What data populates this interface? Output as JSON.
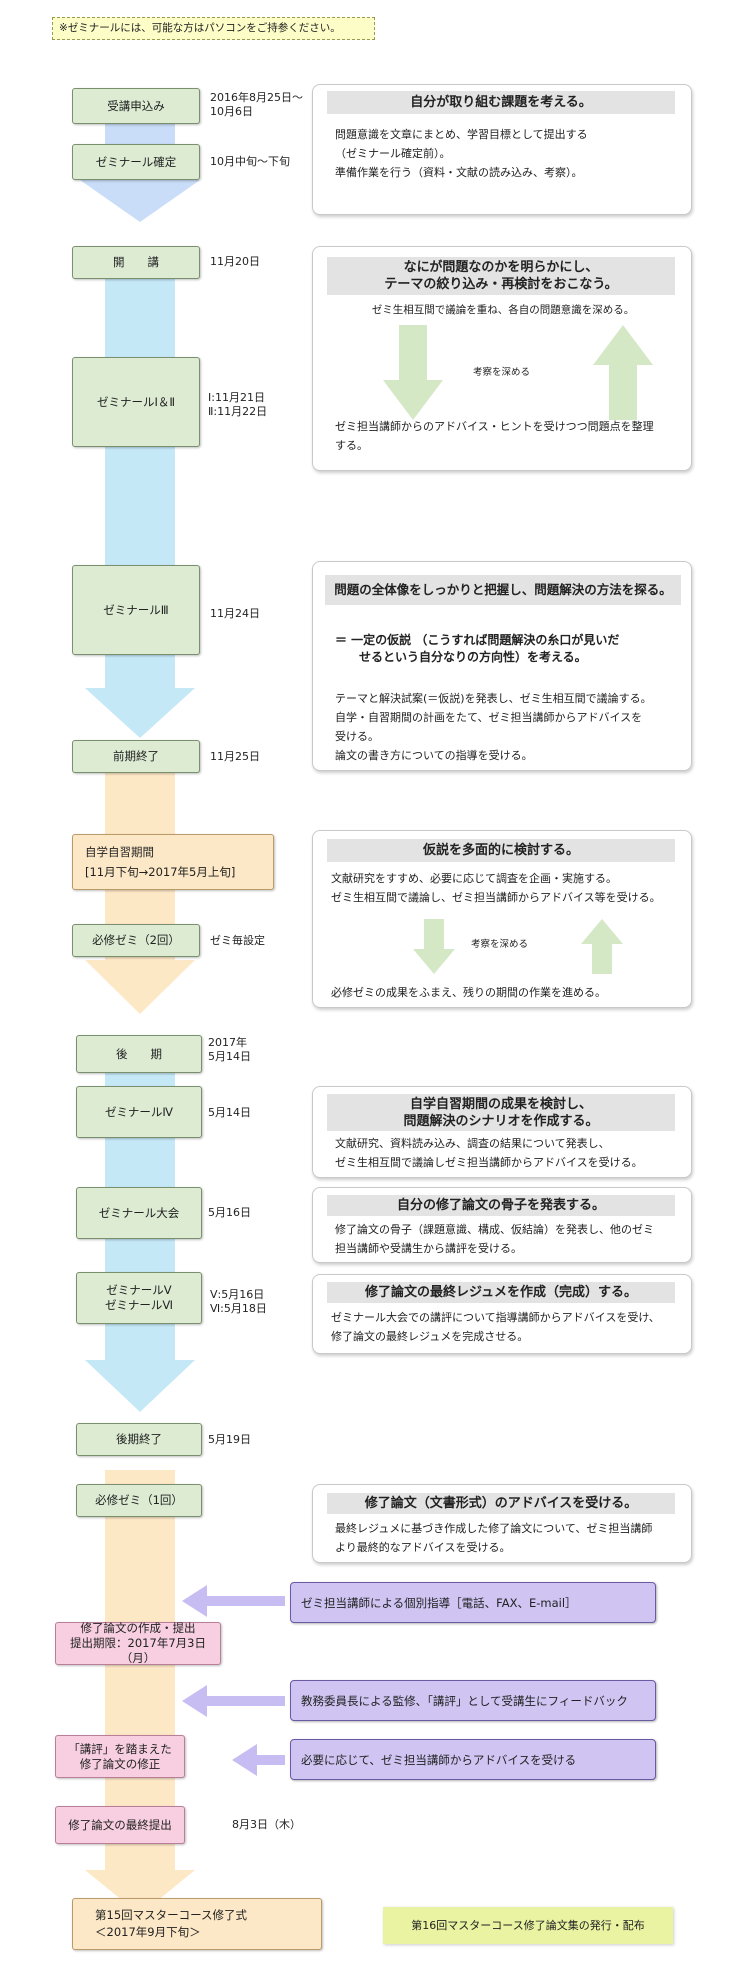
{
  "note": "※ゼミナールには、可能な方はパソコンをご持参ください。",
  "stages": {
    "s1": {
      "label": "受講申込み",
      "date": "2016年8月25日〜\n10月6日"
    },
    "s2": {
      "label": "ゼミナール確定",
      "date": "10月中旬〜下旬"
    },
    "s3": {
      "label": "開　　講",
      "date": "11月20日"
    },
    "s4": {
      "label": "ゼミナールⅠ＆Ⅱ",
      "date": "Ⅰ:11月21日\nⅡ:11月22日"
    },
    "s5": {
      "label": "ゼミナールⅢ",
      "date": "11月24日"
    },
    "s6": {
      "label": "前期終了",
      "date": "11月25日"
    },
    "s7": {
      "label": "自学自習期間\n[11月下旬→2017年5月上旬]"
    },
    "s8": {
      "label": "必修ゼミ（2回）",
      "date": "ゼミ毎設定"
    },
    "s9": {
      "label": "後　　期",
      "date": "2017年\n5月14日"
    },
    "s10": {
      "label": "ゼミナールⅣ",
      "date": "5月14日"
    },
    "s11": {
      "label": "ゼミナール大会",
      "date": "5月16日"
    },
    "s12": {
      "label": "ゼミナールⅤ\nゼミナールⅥ",
      "date": "Ⅴ:5月16日\nⅥ:5月18日"
    },
    "s13": {
      "label": "後期終了",
      "date": "5月19日"
    },
    "s14": {
      "label": "必修ゼミ（1回）"
    },
    "s15": {
      "label": "修了論文の作成・提出\n提出期限：2017年7月3日（月）"
    },
    "s16": {
      "label": "「講評」を踏まえた\n修了論文の修正"
    },
    "s17": {
      "label": "修了論文の最終提出",
      "date": "8月3日（木）"
    },
    "s18": {
      "label": "第15回マスターコース修了式\n＜2017年9月下旬＞"
    }
  },
  "panels": {
    "p1": {
      "title": "自分が取り組む課題を考える。",
      "body": "問題意識を文章にまとめ、学習目標として提出する\n（ゼミナール確定前）。\n準備作業を行う（資料・文献の読み込み、考察）。"
    },
    "p2": {
      "title": "なにが問題なのかを明らかにし、\nテーマの絞り込み・再検討をおこなう。",
      "top": "ゼミ生相互間で議論を重ね、各自の問題意識を深める。",
      "mid": "考察を深める",
      "body": "ゼミ担当講師からのアドバイス・ヒントを受けつつ問題点を整理\nする。"
    },
    "p3": {
      "title": "問題の全体像をしっかりと把握し、問題解決の方法を探る。",
      "hyp": "＝ 一定の仮説 （こうすれば問題解決の糸口が見いだ\n　　せるという自分なりの方向性）を考える。",
      "body": "テーマと解決試案(＝仮説)を発表し、ゼミ生相互間で議論する。\n自学・自習期間の計画をたて、ゼミ担当講師からアドバイスを\n受ける。\n論文の書き方についての指導を受ける。"
    },
    "p4": {
      "title": "仮説を多面的に検討する。",
      "body": "文献研究をすすめ、必要に応じて調査を企画・実施する。\nゼミ生相互間で議論し、ゼミ担当講師からアドバイス等を受ける。",
      "mid": "考察を深める",
      "bottom": "必修ゼミの成果をふまえ、残りの期間の作業を進める。"
    },
    "p5": {
      "title": "自学自習期間の成果を検討し、\n問題解決のシナリオを作成する。",
      "body": "文献研究、資料読み込み、調査の結果について発表し、\nゼミ生相互間で議論しゼミ担当講師からアドバイスを受ける。"
    },
    "p6": {
      "title": "自分の修了論文の骨子を発表する。",
      "body": "修了論文の骨子（課題意識、構成、仮結論）を発表し、他のゼミ\n担当講師や受講生から講評を受ける。"
    },
    "p7": {
      "title": "修了論文の最終レジュメを作成（完成）する。",
      "body": "ゼミナール大会での講評について指導講師からアドバイスを受け、\n修了論文の最終レジュメを完成させる。"
    },
    "p8": {
      "title": "修了論文（文書形式）のアドバイスを受ける。",
      "body": "最終レジュメに基づき作成した修了論文について、ゼミ担当講師\nより最終的なアドバイスを受ける。"
    }
  },
  "callouts": {
    "c1": "ゼミ担当講師による個別指導［電話、FAX、E-mail］",
    "c2": "教務委員長による監修、「講評」として受講生にフィードバック",
    "c3": "必要に応じて、ゼミ担当講師からアドバイスを受ける"
  },
  "final_box": "第16回マスターコース修了論文集の発行・配布",
  "colors": {
    "blue_arrow": "#c5e8f7",
    "blue_head": "#c9dcf8",
    "cream_arrow": "#fde8c6",
    "green_arrow": "#d4e8c6",
    "purple_arrow": "#c7bdf2"
  }
}
